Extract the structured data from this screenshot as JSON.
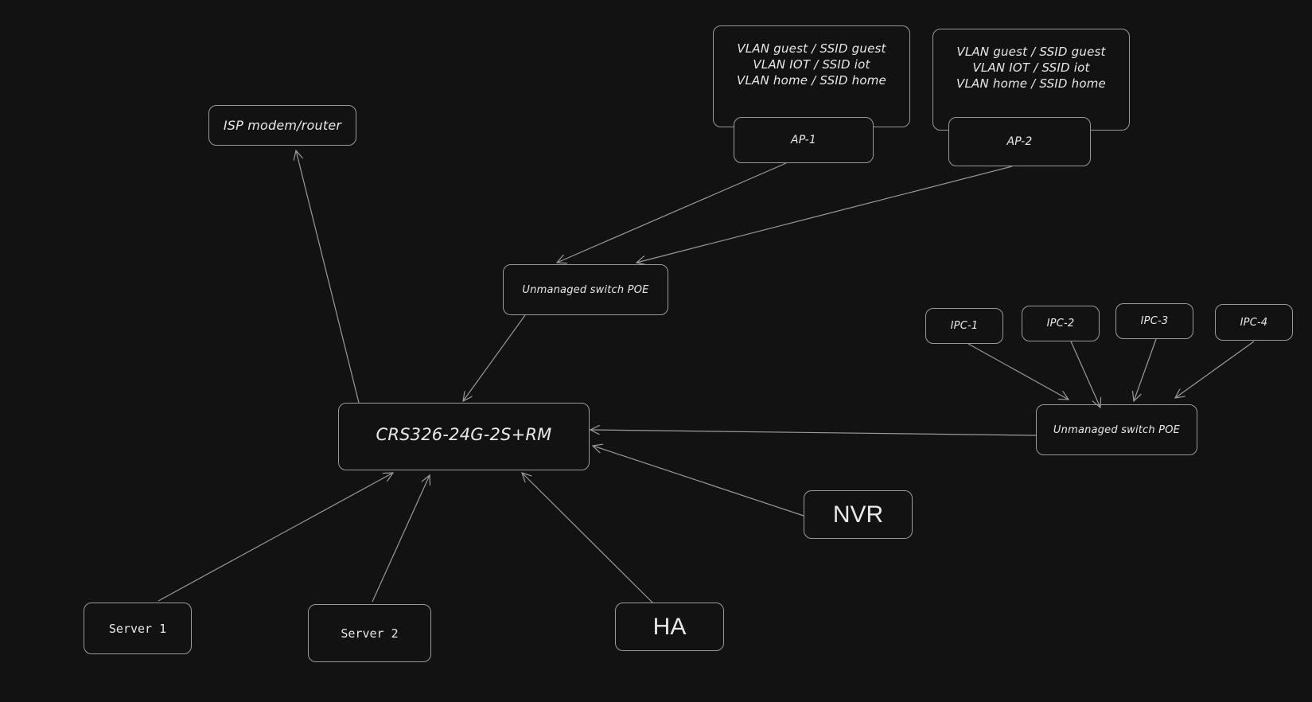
{
  "canvas": {
    "background": "#121212",
    "stroke": "#9a9a9a",
    "text": "#e8e8e8"
  },
  "nodes": {
    "isp": {
      "label": "ISP modem/router"
    },
    "core_switch": {
      "label": "CRS326-24G-2S+RM"
    },
    "poe_switch_ap": {
      "label": "Unmanaged switch POE"
    },
    "poe_switch_cam": {
      "label": "Unmanaged switch POE"
    },
    "ap1": {
      "label": "AP-1"
    },
    "ap2": {
      "label": "AP-2"
    },
    "ap1_vlans": {
      "lines": [
        "VLAN guest / SSID guest",
        "VLAN IOT / SSID iot",
        "VLAN home / SSID home"
      ]
    },
    "ap2_vlans": {
      "lines": [
        "VLAN guest / SSID guest",
        "VLAN IOT / SSID iot",
        "VLAN home / SSID home"
      ]
    },
    "ipc1": {
      "label": "IPC-1"
    },
    "ipc2": {
      "label": "IPC-2"
    },
    "ipc3": {
      "label": "IPC-3"
    },
    "ipc4": {
      "label": "IPC-4"
    },
    "nvr": {
      "label": "NVR"
    },
    "ha": {
      "label": "HA"
    },
    "server1": {
      "label": "Server 1"
    },
    "server2": {
      "label": "Server 2"
    }
  },
  "edges": [
    {
      "from": "core_switch",
      "to": "isp"
    },
    {
      "from": "ap1",
      "to": "poe_switch_ap"
    },
    {
      "from": "ap2",
      "to": "poe_switch_ap"
    },
    {
      "from": "poe_switch_ap",
      "to": "core_switch"
    },
    {
      "from": "ipc1",
      "to": "poe_switch_cam"
    },
    {
      "from": "ipc2",
      "to": "poe_switch_cam"
    },
    {
      "from": "ipc3",
      "to": "poe_switch_cam"
    },
    {
      "from": "ipc4",
      "to": "poe_switch_cam"
    },
    {
      "from": "poe_switch_cam",
      "to": "core_switch"
    },
    {
      "from": "nvr",
      "to": "core_switch"
    },
    {
      "from": "ha",
      "to": "core_switch"
    },
    {
      "from": "server1",
      "to": "core_switch"
    },
    {
      "from": "server2",
      "to": "core_switch"
    }
  ]
}
